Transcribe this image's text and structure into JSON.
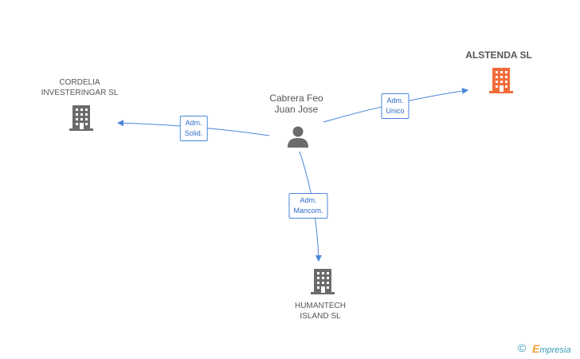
{
  "nodes": {
    "person": {
      "line1": "Cabrera Feo",
      "line2": "Juan Jose"
    },
    "alstenda": {
      "name": "ALSTENDA SL"
    },
    "cordelia": {
      "line1": "CORDELIA",
      "line2": "INVESTERINGAR SL"
    },
    "humantech": {
      "line1": "HUMANTECH",
      "line2": "ISLAND SL"
    }
  },
  "edges": {
    "to_alstenda": {
      "line1": "Adm.",
      "line2": "Unico"
    },
    "to_cordelia": {
      "line1": "Adm.",
      "line2": "Solid."
    },
    "to_humantech": {
      "line1": "Adm.",
      "line2": "Mancom."
    }
  },
  "colors": {
    "edge": "#4a86d9",
    "focus_company": "#f26b3a",
    "company": "#6b6b6b",
    "person": "#6b6b6b"
  },
  "icons": {
    "person": "person-icon",
    "company": "building-icon"
  },
  "footer": {
    "copyright_symbol": "©",
    "brand_initial": "E",
    "brand_rest": "mpresia"
  }
}
